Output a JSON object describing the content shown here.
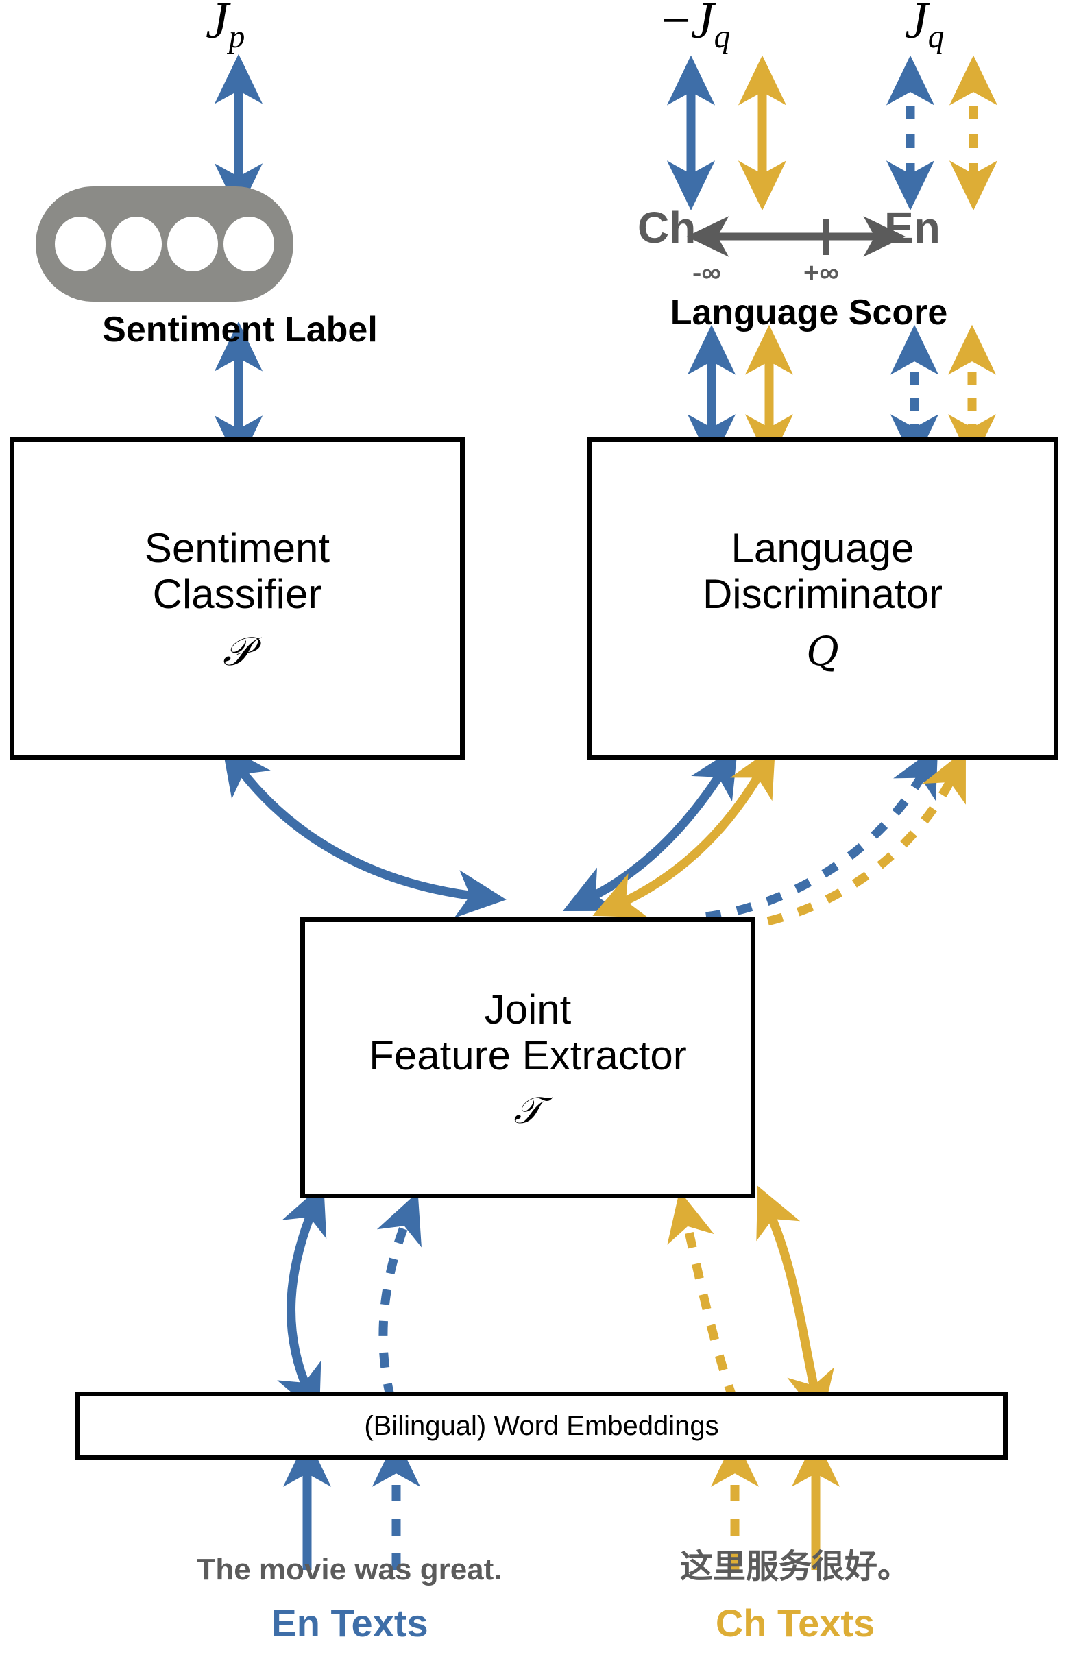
{
  "diagram": {
    "title": "Adversarial bilingual sentiment classification architecture",
    "colors": {
      "en_blue": "#3e6ea8",
      "ch_yellow": "#ddad36",
      "pill_gray": "#8b8b87",
      "score_gray": "#5b5b5b",
      "box_black": "#000000"
    }
  },
  "losses": {
    "sentiment_loss": "J",
    "sentiment_loss_sub": "p",
    "neg_lang_loss_sign": "−",
    "lang_loss": "J",
    "lang_loss_sub": "q"
  },
  "sentiment_output": {
    "pill_label": "Sentiment Label",
    "dot_count": 4
  },
  "language_output": {
    "left_axis_label": "Ch",
    "right_axis_label": "En",
    "left_limit": "-∞",
    "right_limit": "+∞",
    "caption": "Language Score"
  },
  "nodes": {
    "sentiment_classifier": {
      "title": "Sentiment\nClassifier",
      "symbol": "𝒫"
    },
    "language_discriminator": {
      "title": "Language\nDiscriminator",
      "symbol": "𝑄"
    },
    "joint_feature_extractor": {
      "title": "Joint\nFeature Extractor",
      "symbol": "𝒯"
    },
    "word_embeddings": {
      "title": "(Bilingual) Word Embeddings"
    }
  },
  "inputs": {
    "english": {
      "sample_text": "The movie was great.",
      "label": "En Texts"
    },
    "chinese": {
      "sample_text": "这里服务很好。",
      "label": "Ch Texts"
    }
  }
}
